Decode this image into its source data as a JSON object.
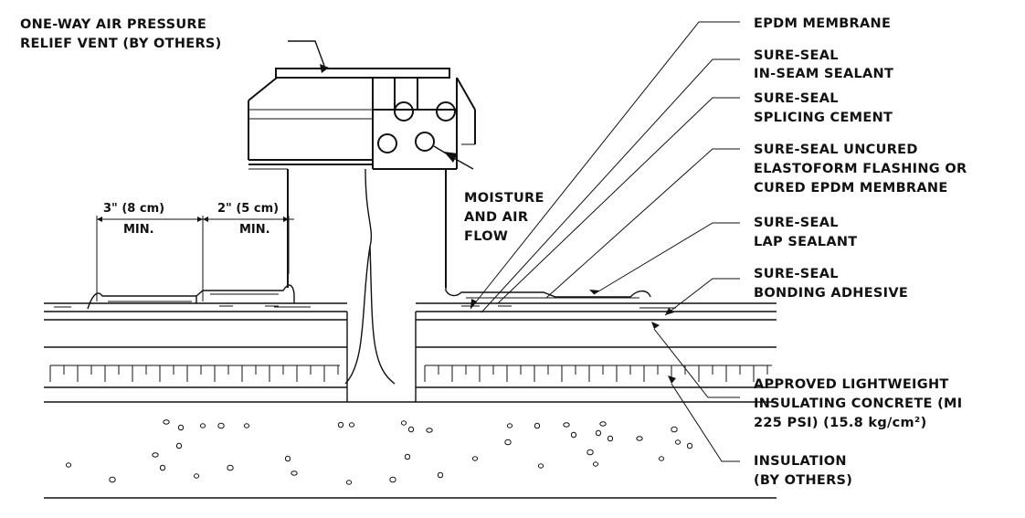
{
  "vent": {
    "label_line1": "ONE-WAY AIR PRESSURE",
    "label_line2": "RELIEF VENT (BY OTHERS)"
  },
  "dimensions": {
    "left": {
      "value": "3\" (8 cm)",
      "note": "MIN."
    },
    "right": {
      "value": "2\" (5 cm)",
      "note": "MIN."
    }
  },
  "flow_label": [
    "MOISTURE",
    "AND AIR",
    "FLOW"
  ],
  "callouts": [
    {
      "lines": [
        "EPDM MEMBRANE"
      ]
    },
    {
      "lines": [
        "SURE-SEAL",
        "IN-SEAM SEALANT"
      ]
    },
    {
      "lines": [
        "SURE-SEAL",
        "SPLICING CEMENT"
      ]
    },
    {
      "lines": [
        "SURE-SEAL UNCURED",
        "ELASTOFORM FLASHING OR",
        "CURED EPDM MEMBRANE"
      ]
    },
    {
      "lines": [
        "SURE-SEAL",
        "LAP SEALANT"
      ]
    },
    {
      "lines": [
        "SURE-SEAL",
        "BONDING ADHESIVE"
      ]
    },
    {
      "lines": [
        "APPROVED LIGHTWEIGHT",
        "INSULATING CONCRETE (MI",
        "225 PSI) (15.8 kg/cm²)"
      ]
    },
    {
      "lines": [
        "INSULATION",
        "(BY OTHERS)"
      ]
    }
  ]
}
